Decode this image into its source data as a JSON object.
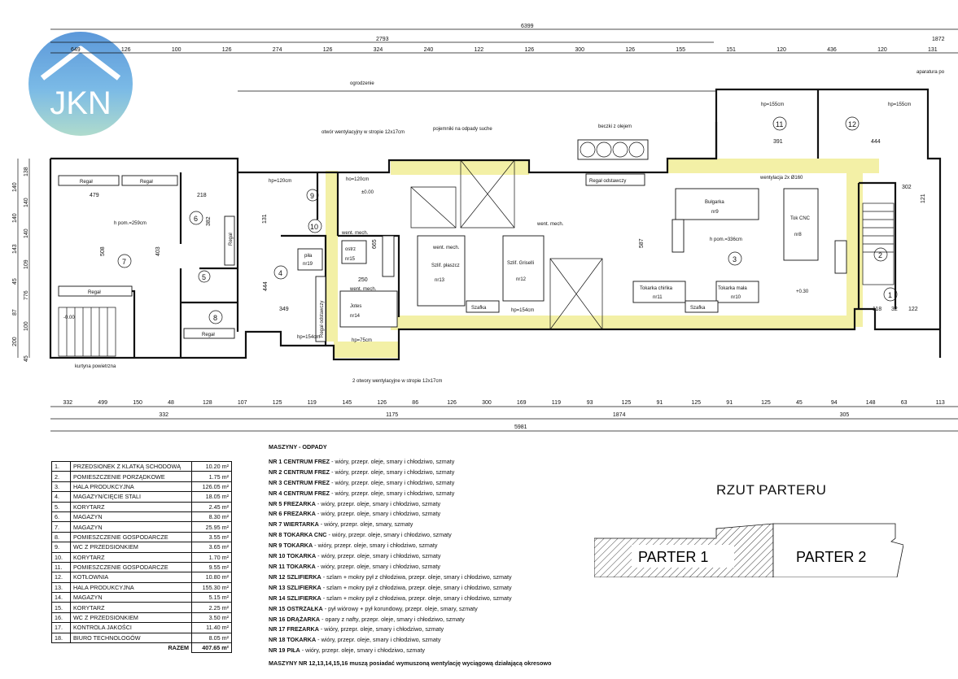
{
  "logo_text": "JKN",
  "title": "RZUT PARTERU",
  "key_plan": {
    "part1": "PARTER 1",
    "part2": "PARTER 2"
  },
  "top_dimensions": {
    "overall": "6399",
    "overall_right": "1872",
    "left_span": "2793",
    "segments": [
      "649",
      "126",
      "100",
      "126",
      "274",
      "126",
      "324",
      "240",
      "122",
      "126",
      "300",
      "126",
      "155",
      "151",
      "120",
      "436",
      "120",
      "131"
    ],
    "equipment": "aparatura po"
  },
  "bottom_dimensions": {
    "segments": [
      "332",
      "499",
      "150",
      "48",
      "128",
      "107",
      "125",
      "119",
      "145",
      "126",
      "86",
      "126",
      "300",
      "169",
      "119",
      "93",
      "125",
      "91",
      "125",
      "91",
      "125",
      "45",
      "94",
      "148",
      "63",
      "113"
    ],
    "row2": [
      "332",
      "1175",
      "1874",
      "305"
    ],
    "overall": "5981"
  },
  "left_dimensions": [
    "138",
    "140",
    "140",
    "140",
    "140",
    "143",
    "109",
    "45",
    "776",
    "87",
    "100",
    "200",
    "45"
  ],
  "annotations": {
    "fence": "ogrodzenie",
    "vent_ceiling_top": "otwór wentylacyjny w stropie 12x17cm",
    "dry_waste": "pojemniki na odpady suche",
    "oil_barrels": "beczki z olejem",
    "vent_ceiling_bottom": "2 otwory wentylacyjne w stropie 12x17cm",
    "air_curtain": "kurtyna powietrzna",
    "ventilation": "wentylacja 2x Ø160",
    "hp155a": "hp=155cm",
    "hp155b": "hp=155cm",
    "hp120a": "hp=120cm",
    "hp120b": "ho=120cm",
    "hp154": "hp=154cm",
    "hp75": "hp=75cm",
    "hp154b": "hp=154cm",
    "went1": "went. mech.",
    "went2": "went. mech.",
    "went3": "went. mech.",
    "went4": "went. mech.",
    "level0": "±0.00",
    "level30": "+0.30",
    "level_m": "-0.00"
  },
  "rooms": {
    "r7_height": "h pom.=259cm",
    "r3_height": "h pom.=336cm",
    "regal": "Regał",
    "regal_odstawczy": "Regał odstawczy",
    "bulgarka": "Bułgarka",
    "bulgarka_nr": "nr9",
    "tok_cnc": "Tok CNC",
    "tok_cnc_nr": "nr8",
    "szlif_plaszcz": "Szlif. płaszcz",
    "szlif_plaszcz_nr": "nr13",
    "szlif_griselli": "Szlif. Griselli",
    "szlif_griselli_nr": "nr12",
    "pila": "piła",
    "pila_nr": "nr19",
    "ostrz": "ostrz",
    "ostrz_nr": "nr15",
    "jotes": "Jotes",
    "jotes_nr": "nr14",
    "tokarka_chinka": "Tokarka chińka",
    "tokarka_chinka_nr": "nr11",
    "tokarka_mala": "Tokarka mała",
    "tokarka_mala_nr": "nr10",
    "szafka": "Szafka",
    "dims": [
      "479",
      "218",
      "508",
      "403",
      "382",
      "444",
      "349",
      "250",
      "665",
      "587",
      "391",
      "444",
      "302",
      "118",
      "32",
      "122",
      "131",
      "121"
    ]
  },
  "room_table": {
    "rows": [
      {
        "n": "1.",
        "name": "PRZEDSIONEK Z KLATKĄ SCHODOWĄ",
        "area": "10.20 m²"
      },
      {
        "n": "2.",
        "name": "POMIESZCZENIE PORZĄDKOWE",
        "area": "1.75 m²"
      },
      {
        "n": "3.",
        "name": "HALA PRODUKCYJNA",
        "area": "126.05 m²"
      },
      {
        "n": "4.",
        "name": "MAGAZYN/CIĘCIE STALI",
        "area": "18.05 m²"
      },
      {
        "n": "5.",
        "name": "KORYTARZ",
        "area": "2.45 m²"
      },
      {
        "n": "6.",
        "name": "MAGAZYN",
        "area": "8.30 m²"
      },
      {
        "n": "7.",
        "name": "MAGAZYN",
        "area": "25.95 m²"
      },
      {
        "n": "8.",
        "name": "POMIESZCZENIE GOSPODARCZE",
        "area": "3.55 m²"
      },
      {
        "n": "9.",
        "name": "WC Z PRZEDSIONKIEM",
        "area": "3.65 m²"
      },
      {
        "n": "10.",
        "name": "KORYTARZ",
        "area": "1.70 m²"
      },
      {
        "n": "11.",
        "name": "POMIESZCZENIE GOSPODARCZE",
        "area": "9.55 m²"
      },
      {
        "n": "12.",
        "name": "KOTŁOWNIA",
        "area": "10.80 m²"
      },
      {
        "n": "13.",
        "name": "HALA PRODUKCYJNA",
        "area": "155.30 m²"
      },
      {
        "n": "14.",
        "name": "MAGAZYN",
        "area": "5.15 m²"
      },
      {
        "n": "15.",
        "name": "KORYTARZ",
        "area": "2.25 m²"
      },
      {
        "n": "16.",
        "name": "WC Z PRZEDSIONKIEM",
        "area": "3.50 m²"
      },
      {
        "n": "17.",
        "name": "KONTROLA JAKOŚCI",
        "area": "11.40 m²"
      },
      {
        "n": "18.",
        "name": "BIURO TECHNOLOGÓW",
        "area": "8.05 m²"
      }
    ],
    "total_label": "RAZEM",
    "total_value": "407.65 m²"
  },
  "machines": {
    "heading": "MASZYNY - ODPADY",
    "items": [
      {
        "name": "NR 1 CENTRUM FREZ",
        "desc": " - wióry, przepr. oleje, smary i chłodziwo, szmaty"
      },
      {
        "name": "NR 2 CENTRUM FREZ",
        "desc": " - wióry, przepr. oleje, smary i chłodziwo, szmaty"
      },
      {
        "name": "NR 3 CENTRUM FREZ",
        "desc": " - wióry, przepr. oleje, smary i chłodziwo, szmaty"
      },
      {
        "name": "NR 4 CENTRUM FREZ",
        "desc": " - wióry, przepr. oleje, smary i chłodziwo, szmaty"
      },
      {
        "name": "NR 5  FREZARKA",
        "desc": " - wióry, przepr. oleje, smary i chłodziwo, szmaty"
      },
      {
        "name": "NR 6  FREZARKA",
        "desc": " - wióry, przepr. oleje, smary i chłodziwo, szmaty"
      },
      {
        "name": "NR 7 WIERTARKA",
        "desc": " - wióry, przepr. oleje, smary, szmaty"
      },
      {
        "name": "NR 8 TOKARKA CNC",
        "desc": " - wióry, przepr. oleje, smary i chłodziwo, szmaty"
      },
      {
        "name": "NR 9 TOKARKA",
        "desc": " - wióry, przepr. oleje, smary i chłodziwo, szmaty"
      },
      {
        "name": "NR 10 TOKARKA",
        "desc": " - wióry, przepr. oleje, smary i chłodziwo, szmaty"
      },
      {
        "name": "NR 11 TOKARKA",
        "desc": " - wióry, przepr. oleje, smary i chłodziwo, szmaty"
      },
      {
        "name": "NR 12 SZLIFIERKA",
        "desc": " - szlam + mokry pył z chłodziwa, przepr. oleje, smary i chłodziwo, szmaty"
      },
      {
        "name": "NR 13 SZLIFIERKA",
        "desc": " - szlam + mokry pył z chłodziwa, przepr. oleje, smary i chłodziwo, szmaty"
      },
      {
        "name": "NR 14 SZLIFIERKA",
        "desc": " - szlam + mokry pył z chłodziwa, przepr. oleje, smary i chłodziwo, szmaty"
      },
      {
        "name": "NR 15 OSTRZAŁKA",
        "desc": " - pył wiórowy + pył korundowy, przepr. oleje, smary, szmaty"
      },
      {
        "name": "NR 16 DRĄŻARKA",
        "desc": " - opary z nafty, przepr. oleje, smary i chłodziwo, szmaty"
      },
      {
        "name": "NR 17 FREZARKA",
        "desc": " - wióry, przepr. oleje, smary i chłodziwo, szmaty"
      },
      {
        "name": "NR 18 TOKARKA",
        "desc": " - wióry, przepr. oleje, smary i chłodziwo, szmaty"
      },
      {
        "name": "NR 19 PIŁA",
        "desc": " - wióry, przepr. oleje, smary i chłodziwo, szmaty"
      }
    ],
    "footer": "MASZYNY NR 12,13,14,15,16 muszą posiadać wymuszoną wentylację wyciągową działającą okresowo"
  },
  "colors": {
    "highlight": "#f3f0a6",
    "logo_fill": "#5b8fce",
    "logo_accent": "#86c8e8"
  }
}
